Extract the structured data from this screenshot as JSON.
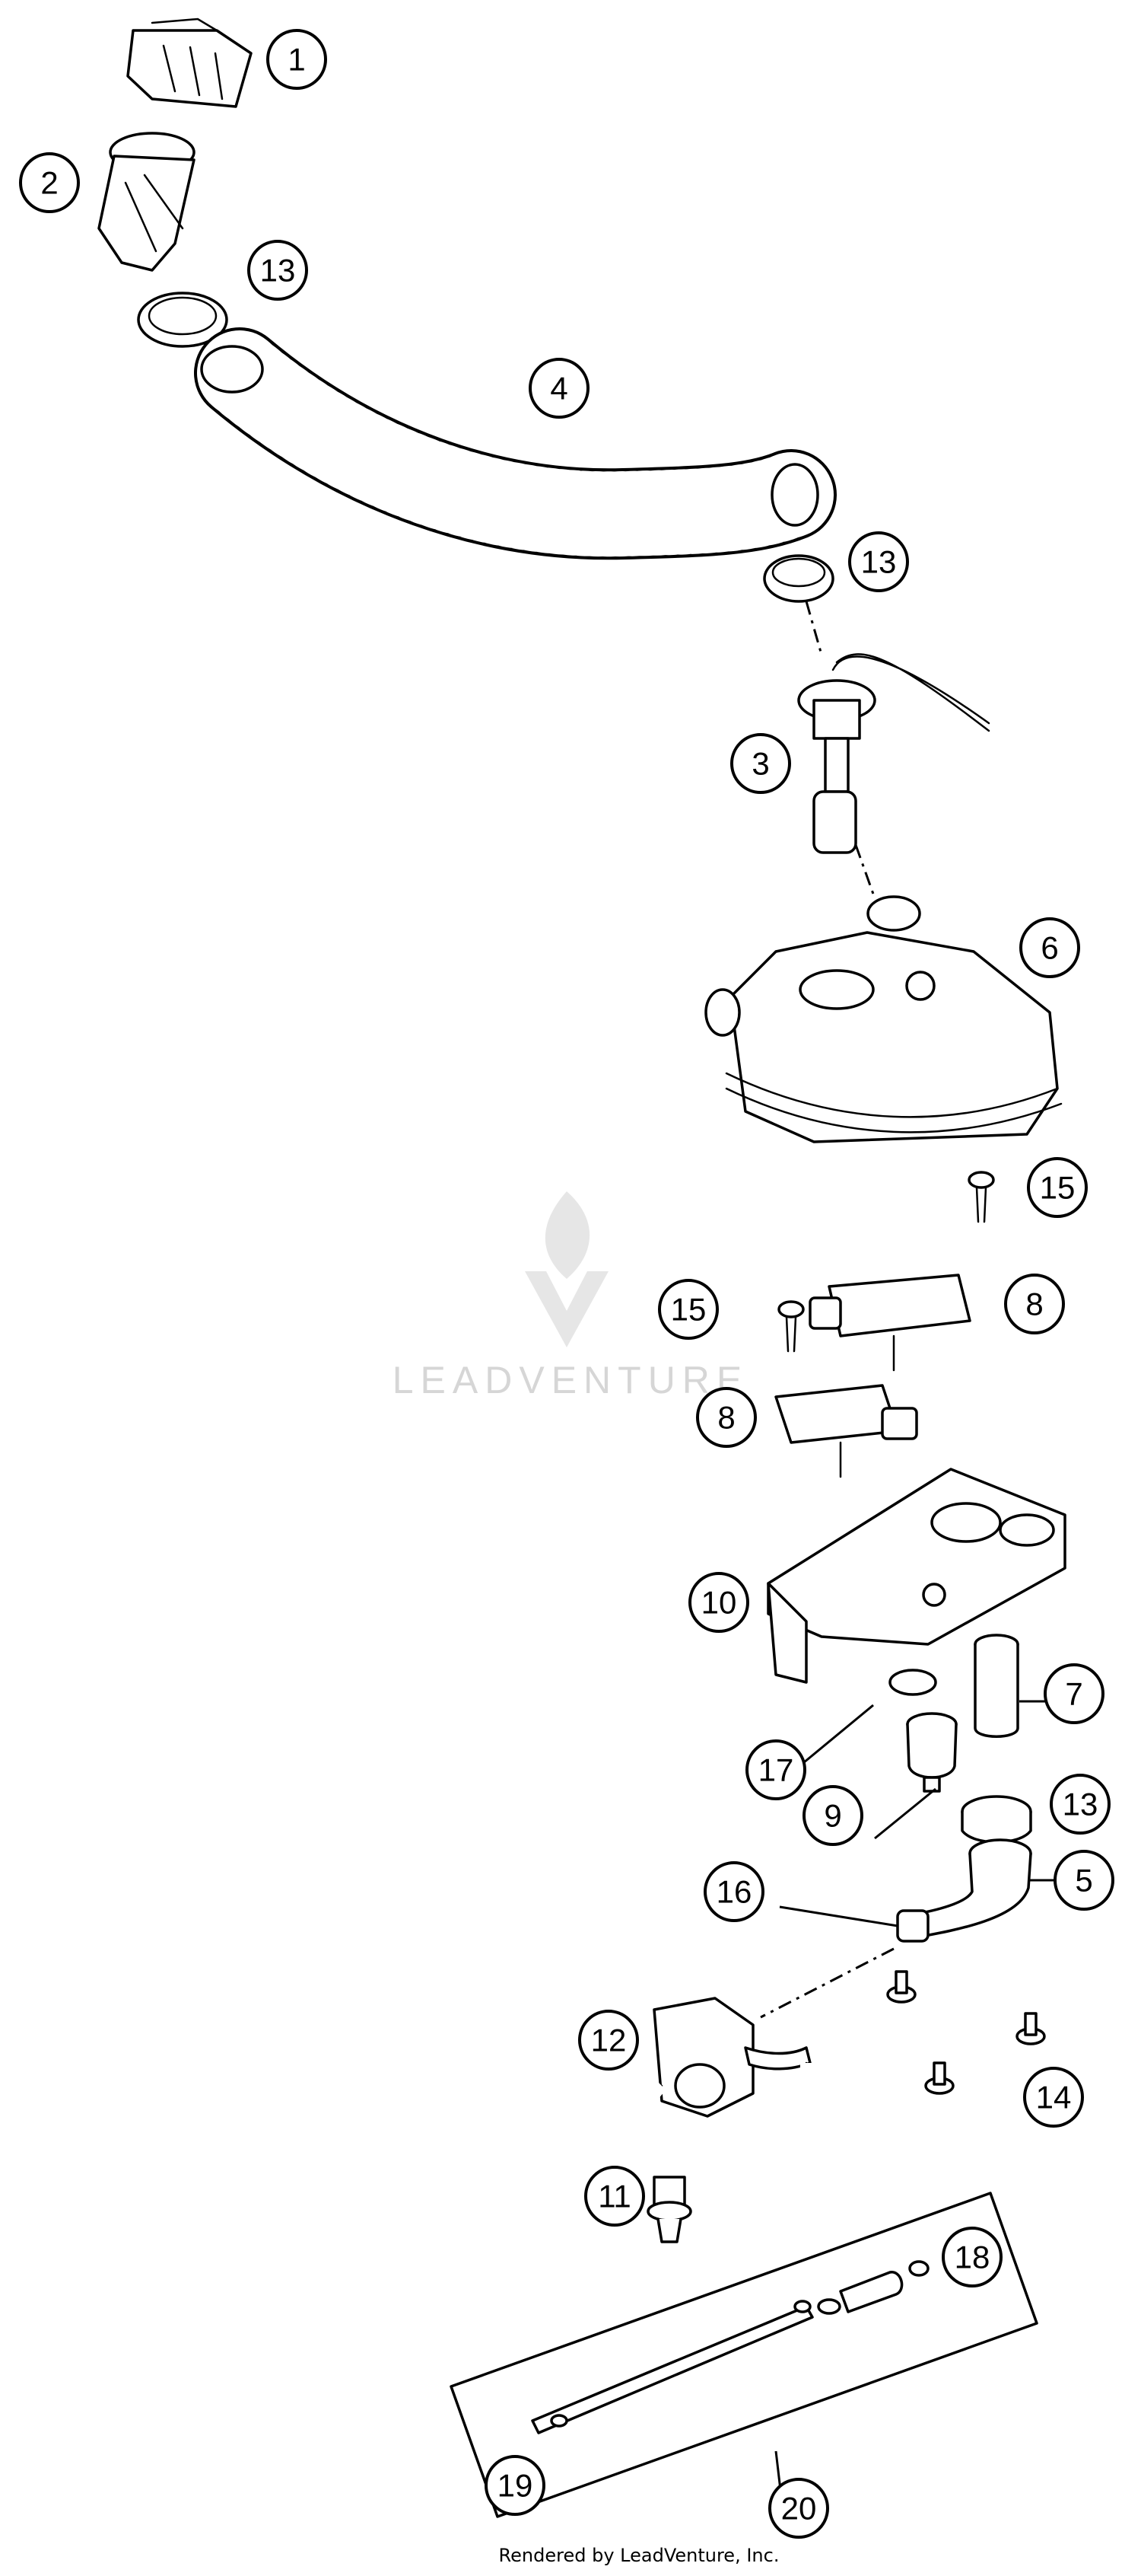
{
  "diagram": {
    "callouts": [
      "1",
      "2",
      "13",
      "4",
      "13",
      "3",
      "6",
      "15",
      "15",
      "8",
      "8",
      "10",
      "7",
      "17",
      "9",
      "13",
      "5",
      "16",
      "12",
      "14",
      "11",
      "18",
      "19",
      "20"
    ]
  },
  "watermark": {
    "brand": "LEADVENTURE"
  },
  "footer": {
    "credit": "Rendered by LeadVenture, Inc."
  }
}
